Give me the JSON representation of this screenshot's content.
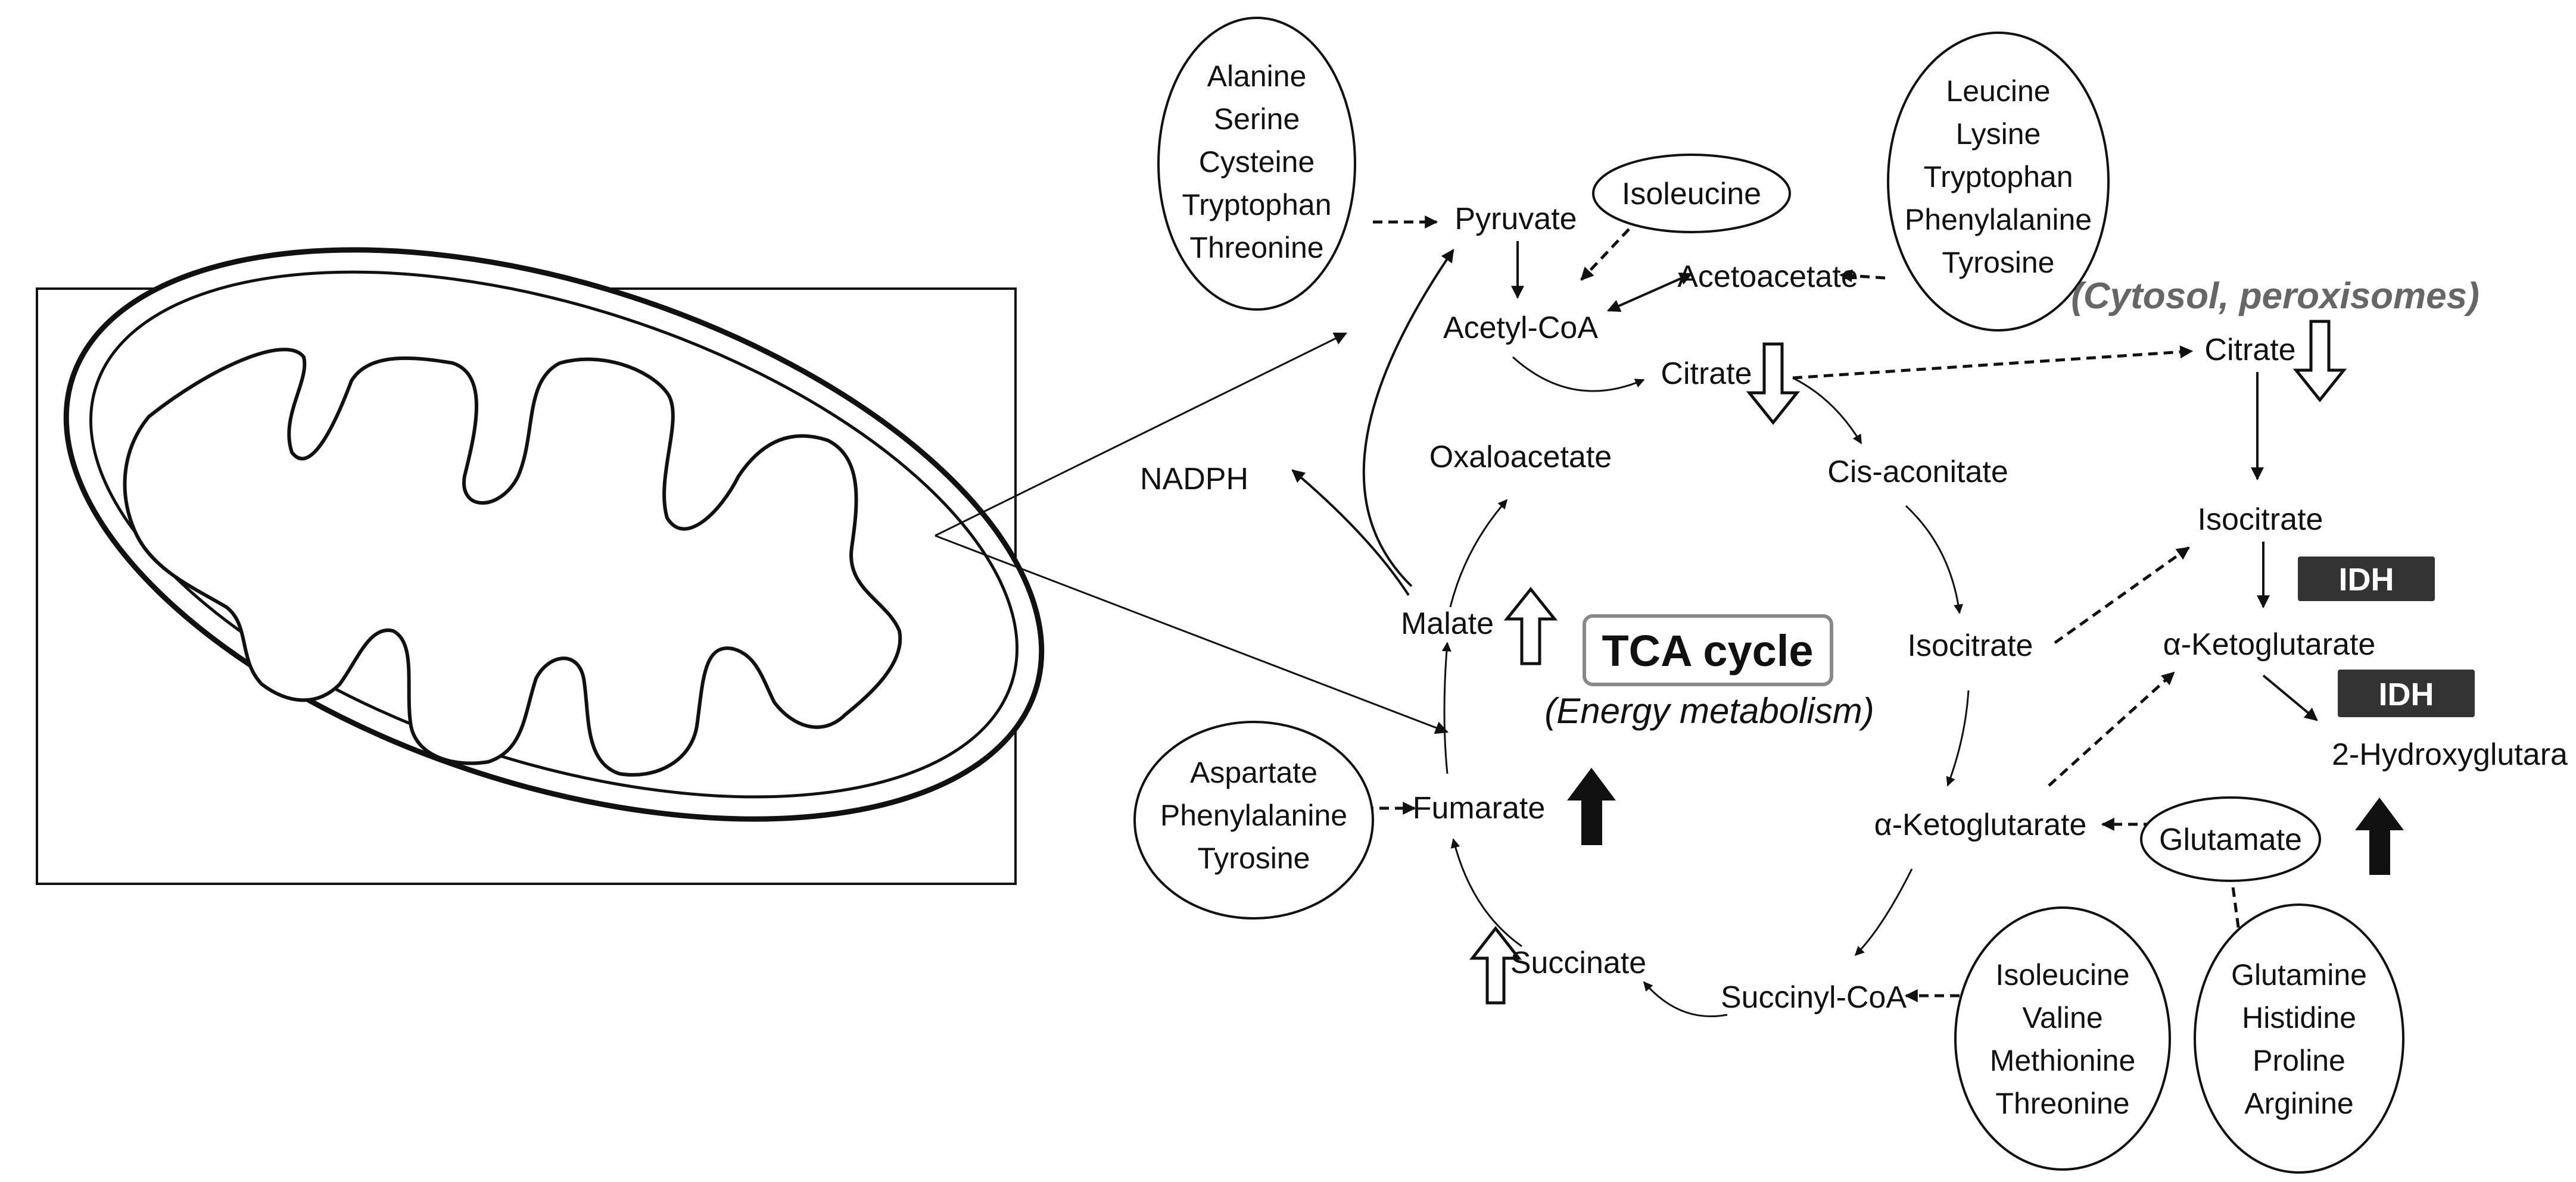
{
  "diagram": {
    "metabolites": {
      "pyruvate": "Pyruvate",
      "acetyl_coa": "Acetyl-CoA",
      "acetoacetate": "Acetoacetate",
      "citrate": "Citrate",
      "oxaloacetate": "Oxaloacetate",
      "cis_aconitate": "Cis-aconitate",
      "nadph": "NADPH",
      "malate": "Malate",
      "isocitrate": "Isocitrate",
      "fumarate": "Fumarate",
      "alpha_ketoglutarate": "α-Ketoglutarate",
      "succinate": "Succinate",
      "succinyl_coa": "Succinyl-CoA",
      "glutamate": "Glutamate",
      "isoleucine": "Isoleucine"
    },
    "cytosol": {
      "label": "(Cytosol, peroxisomes)",
      "citrate": "Citrate",
      "isocitrate": "Isocitrate",
      "alpha_ketoglutarate": "α-Ketoglutarate",
      "hydroxyglutarate": "2-Hydroxyglutara",
      "idh_1": "IDH",
      "idh_2": "IDH"
    },
    "center": {
      "title": "TCA cycle",
      "subtitle": "(Energy metabolism)"
    },
    "amino_acid_groups": {
      "pyruvate_sources": [
        "Alanine",
        "Serine",
        "Cysteine",
        "Tryptophan",
        "Threonine"
      ],
      "acetoacetate_sources": [
        "Leucine",
        "Lysine",
        "Tryptophan",
        "Phenylalanine",
        "Tyrosine"
      ],
      "fumarate_sources": [
        "Aspartate",
        "Phenylalanine",
        "Tyrosine"
      ],
      "succinyl_coa_sources": [
        "Isoleucine",
        "Valine",
        "Methionine",
        "Threonine"
      ],
      "glutamate_sources": [
        "Glutamine",
        "Histidine",
        "Proline",
        "Arginine"
      ]
    }
  }
}
